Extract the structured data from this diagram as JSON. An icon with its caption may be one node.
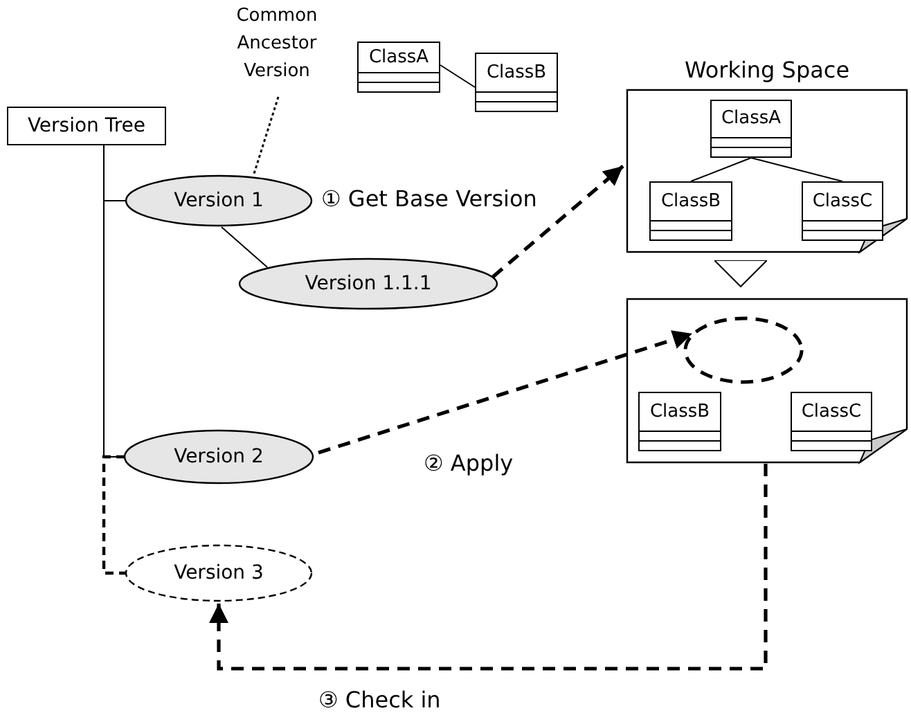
{
  "diagram": {
    "nodes": [
      {
        "text": [
          "Version Tree"
        ]
      },
      {
        "text": [
          "Version 1"
        ]
      },
      {
        "text": [
          "Version 1.1.1"
        ]
      },
      {
        "text": [
          "Version 2"
        ]
      },
      {
        "text": [
          "Version 3"
        ]
      },
      {
        "text": [
          "Common Ancestor Version"
        ]
      },
      {
        "text": [
          "ClassA"
        ]
      },
      {
        "text": [
          "ClassB"
        ]
      },
      {
        "text": [
          "Working Space"
        ]
      },
      {
        "text": [
          "ClassA"
        ],
        "in": 8
      },
      {
        "text": [
          "ClassB"
        ],
        "in": 8
      },
      {
        "text": [
          "ClassC"
        ],
        "in": 8
      },
      {
        "text": [],
        "shape": "box"
      },
      {
        "text": [],
        "shape": "ellipse",
        "in": 12
      },
      {
        "text": [
          "ClassB"
        ],
        "in": 12
      },
      {
        "text": [
          "ClassC"
        ],
        "in": 12
      }
    ],
    "edges": [
      {
        "from": 0,
        "to": 1,
        "arrow": "none"
      },
      {
        "from": 0,
        "to": 3,
        "arrow": "none"
      },
      {
        "from": 1,
        "to": 2,
        "arrow": "none"
      },
      {
        "from": 5,
        "to": 1,
        "arrow": "none",
        "style": "dashed"
      },
      {
        "from": 6,
        "to": 7,
        "arrow": "none"
      },
      {
        "from": 9,
        "to": 10,
        "arrow": "none"
      },
      {
        "from": 9,
        "to": 11,
        "arrow": "none"
      },
      {
        "from": 2,
        "to": 8,
        "arrow": "to",
        "style": "dashed",
        "label": "① Get Base Version"
      },
      {
        "from": 8,
        "to": 12,
        "arrow": "to"
      },
      {
        "from": 3,
        "to": 13,
        "arrow": "to",
        "style": "dashed",
        "label": "② Apply"
      },
      {
        "from": 12,
        "to": 4,
        "arrow": "to",
        "style": "dashed",
        "label": "③ Check in"
      },
      {
        "from": 3,
        "to": 4,
        "arrow": "none",
        "style": "dashed"
      }
    ]
  }
}
